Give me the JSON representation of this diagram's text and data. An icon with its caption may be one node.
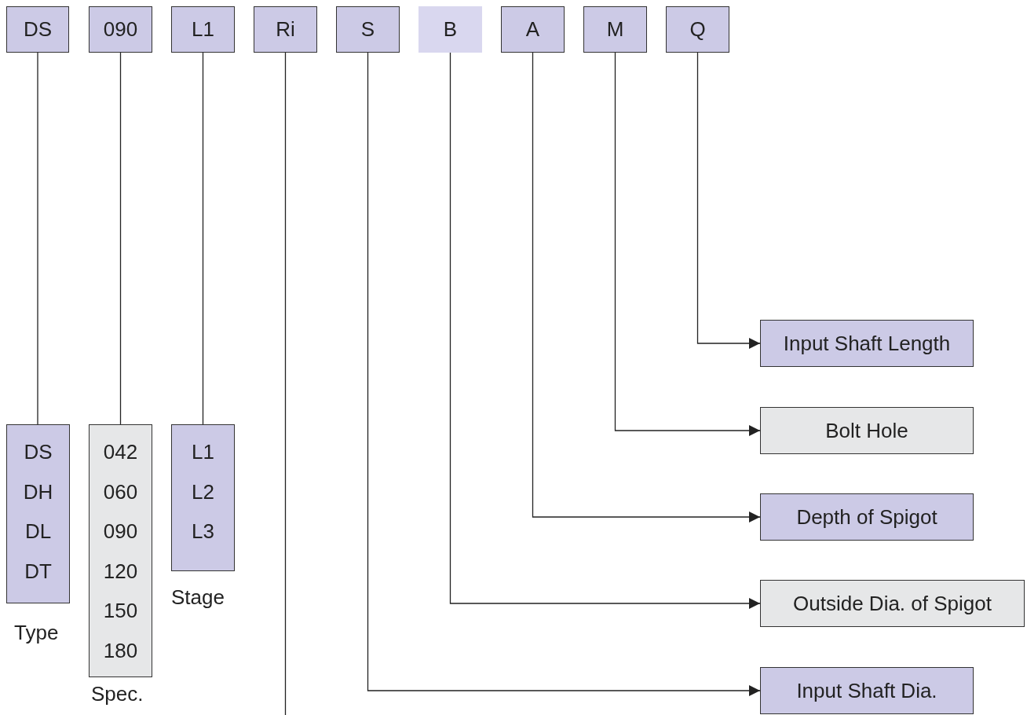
{
  "diagram": {
    "nodes": [
      {
        "text": [
          "DS"
        ]
      },
      {
        "text": [
          "090"
        ]
      },
      {
        "text": [
          "L1"
        ]
      },
      {
        "text": [
          "Ri"
        ]
      },
      {
        "text": [
          "S"
        ]
      },
      {
        "text": [
          "B"
        ]
      },
      {
        "text": [
          "A"
        ]
      },
      {
        "text": [
          "M"
        ]
      },
      {
        "text": [
          "Q"
        ]
      },
      {
        "text": [
          "DS",
          "DH",
          "DL",
          "DT"
        ],
        "beside": [
          "Type"
        ]
      },
      {
        "text": [
          "042",
          "060",
          "090",
          "120",
          "150",
          "180"
        ],
        "beside": [
          "Spec."
        ]
      },
      {
        "text": [
          "L1",
          "L2",
          "L3"
        ],
        "beside": [
          "Stage"
        ]
      },
      {
        "text": [
          "Input Shaft Length"
        ]
      },
      {
        "text": [
          "Bolt Hole"
        ]
      },
      {
        "text": [
          "Depth of Spigot"
        ]
      },
      {
        "text": [
          "Outside Dia. of Spigot"
        ]
      },
      {
        "text": [
          "Input Shaft Dia."
        ]
      }
    ],
    "edges": [
      {
        "from": 0,
        "to": 9,
        "arrow": "none"
      },
      {
        "from": 1,
        "to": 10,
        "arrow": "none"
      },
      {
        "from": 2,
        "to": 11,
        "arrow": "none"
      },
      {
        "from": 3,
        "to": null,
        "arrow": "none"
      },
      {
        "from": 4,
        "to": 16,
        "arrow": "to"
      },
      {
        "from": 5,
        "to": 15,
        "arrow": "to"
      },
      {
        "from": 6,
        "to": 14,
        "arrow": "to"
      },
      {
        "from": 7,
        "to": 13,
        "arrow": "to"
      },
      {
        "from": 8,
        "to": 12,
        "arrow": "to"
      }
    ]
  }
}
